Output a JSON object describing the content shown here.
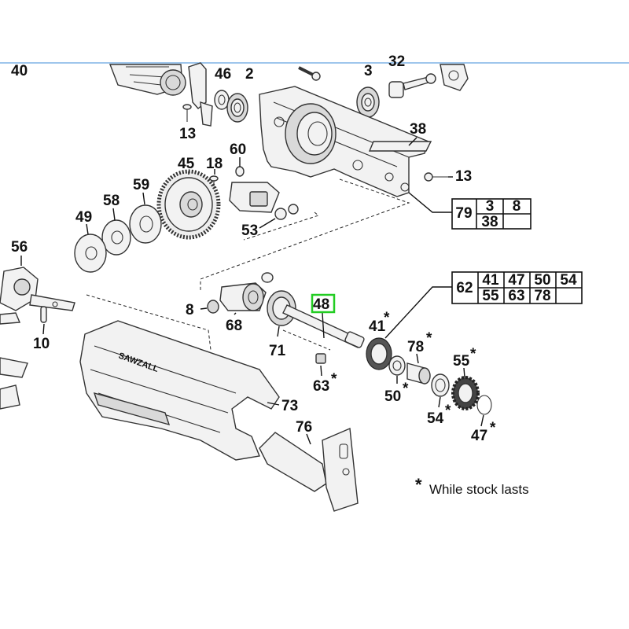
{
  "callouts": {
    "c40": "40",
    "c46": "46",
    "c2": "2",
    "c3": "3",
    "c32": "32",
    "c13a": "13",
    "c38": "38",
    "c60": "60",
    "c45": "45",
    "c18": "18",
    "c59": "59",
    "c58": "58",
    "c49": "49",
    "c13b": "13",
    "c53": "53",
    "c56": "56",
    "c8": "8",
    "c68": "68",
    "c48": "48",
    "c41": "41",
    "c71": "71",
    "c78": "78",
    "c10": "10",
    "c55": "55",
    "c63": "63",
    "c50": "50",
    "c73": "73",
    "c54": "54",
    "c47": "47",
    "c76": "76"
  },
  "asterisk": "*",
  "housing_brand": "SAWZALL",
  "table_a": {
    "r1": [
      "79",
      "3",
      "8"
    ],
    "r2": [
      "38",
      ""
    ]
  },
  "table_b": {
    "lead": "62",
    "r1": [
      "41",
      "47",
      "50",
      "54"
    ],
    "r2": [
      "55",
      "63",
      "78",
      ""
    ]
  },
  "footnote": {
    "star": "*",
    "text": "While stock lasts"
  },
  "colors": {
    "highlight_box": "#22cc22",
    "line": "#111111"
  }
}
